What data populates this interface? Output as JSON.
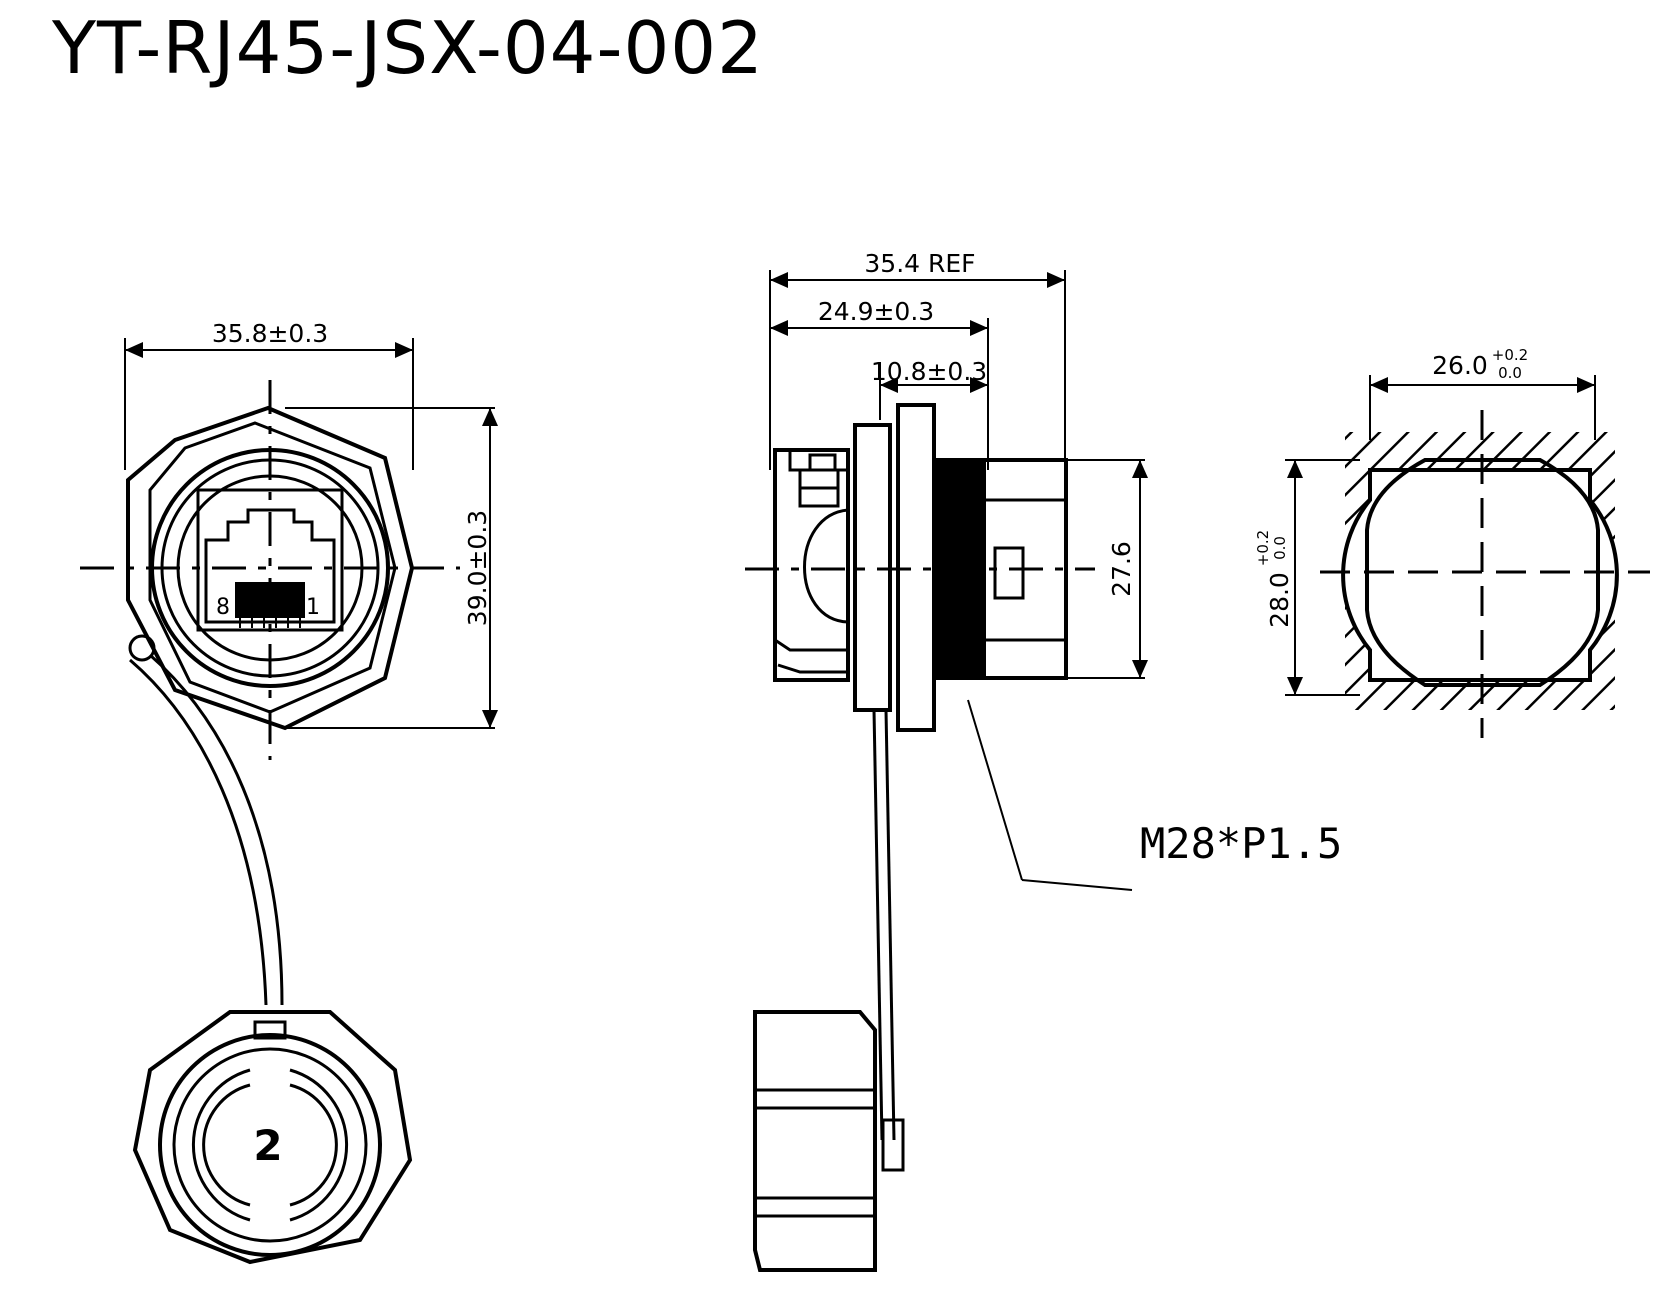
{
  "title": "YT-RJ45-JSX-04-002",
  "front_view": {
    "width_dim": "35.8±0.3",
    "height_dim": "39.0±0.3",
    "pin_left": "8",
    "pin_right": "1",
    "cap_label": "2"
  },
  "side_view": {
    "overall_dim": "35.4 REF",
    "mid_dim": "24.9±0.3",
    "short_dim": "10.8±0.3",
    "height_dim": "27.6",
    "thread_callout": "M28*P1.5"
  },
  "cutout_view": {
    "width_dim": "26.0",
    "width_tol_upper": "+0.2",
    "width_tol_lower": "0.0",
    "height_dim": "28.0",
    "height_tol_upper": "+0.2",
    "height_tol_lower": "0.0"
  }
}
